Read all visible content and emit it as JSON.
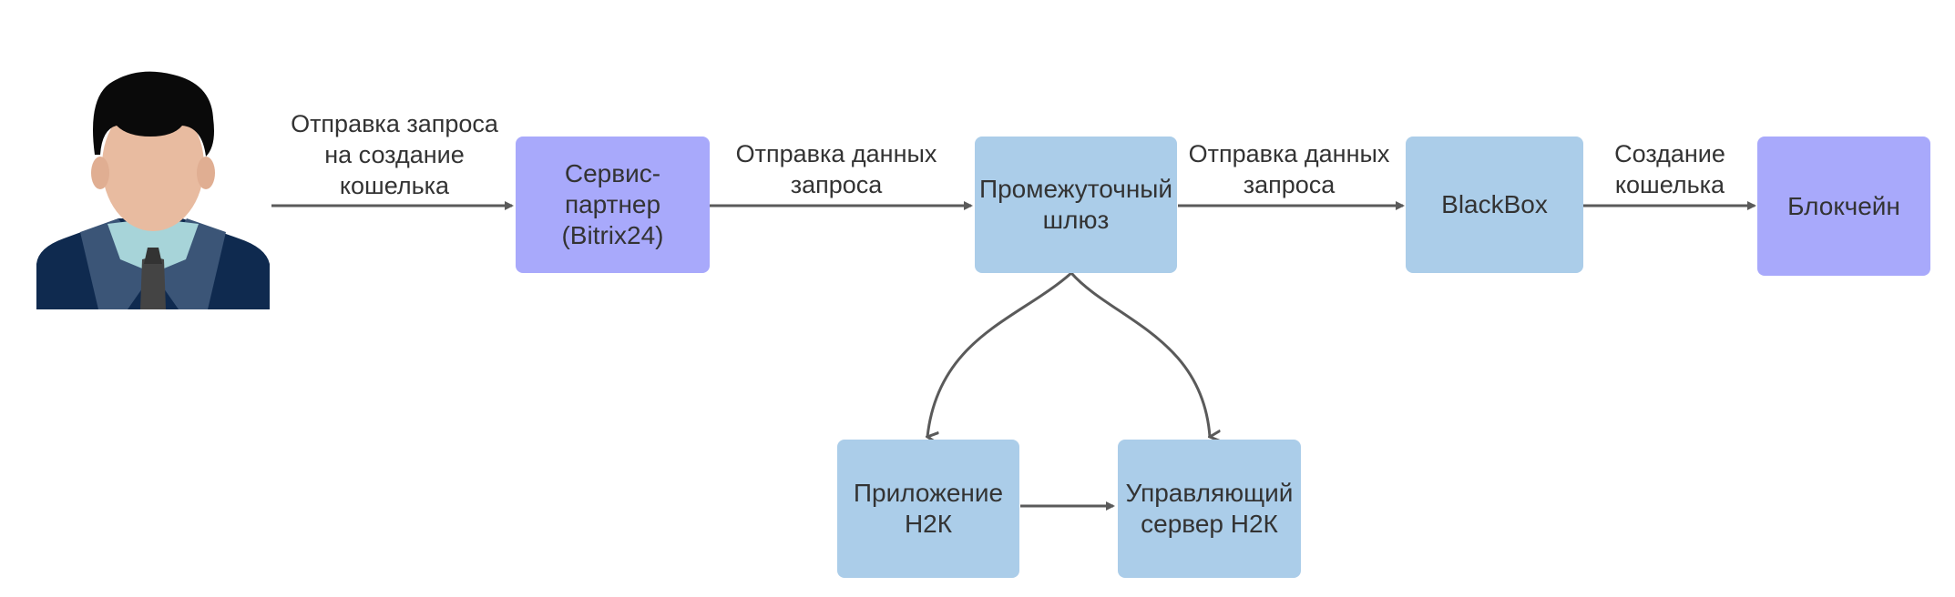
{
  "diagram": {
    "nodes": {
      "partner": "Сервис-партнер\n(Bitrix24)",
      "gateway": "Промежуточный\nшлюз",
      "blackbox": "BlackBox",
      "blockchain": "Блокчейн",
      "app": "Приложение\nН2К",
      "server": "Управляющий\nсервер Н2К"
    },
    "edges": {
      "user_to_partner": "Отправка запроса\nна создание\nкошелька",
      "partner_to_gateway": "Отправка данных\nзапроса",
      "gateway_to_blackbox": "Отправка данных\nзапроса",
      "blackbox_to_blockchain": "Создание\nкошелька"
    },
    "colors": {
      "primary_node": "#a8a9fb",
      "secondary_node": "#abcde9",
      "edge": "#5a5a5a",
      "user_hair": "#0a0a0a",
      "user_skin": "#e8bba0",
      "user_suit": "#0f2a4f",
      "user_shirt": "#a7d4d9",
      "user_tie": "#444444"
    },
    "icons": [
      "user-avatar-icon"
    ]
  }
}
